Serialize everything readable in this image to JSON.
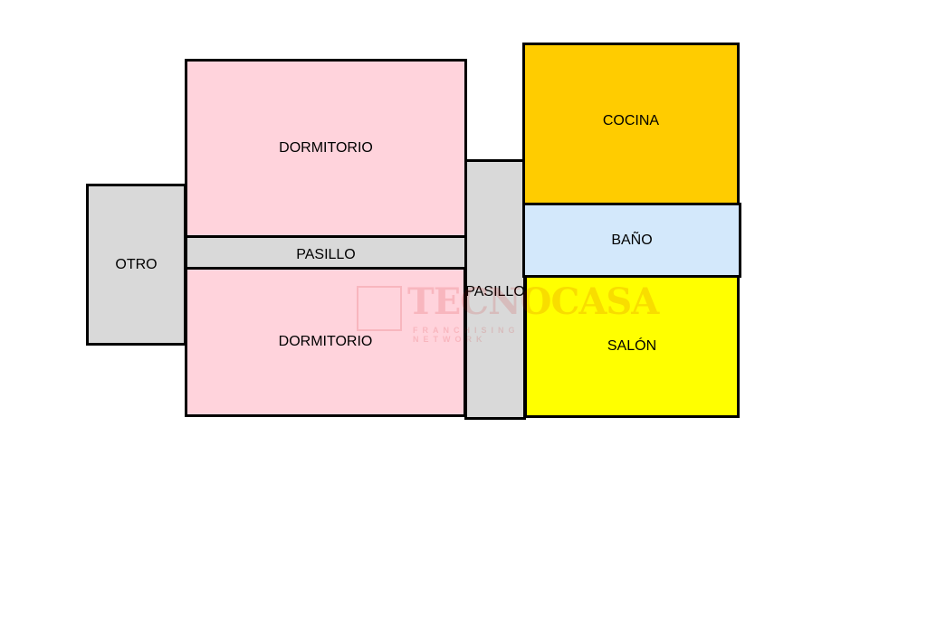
{
  "rooms": {
    "otro": "OTRO",
    "dormitorio_top": "DORMITORIO",
    "pasillo_h": "PASILLO",
    "dormitorio_bottom": "DORMITORIO",
    "pasillo_v": "PASILLO",
    "cocina": "COCINA",
    "bano": "BAÑO",
    "salon": "SALÓN"
  },
  "colors": {
    "dormitorio": "#ffd3dc",
    "pasillo": "#d9d9d9",
    "cocina": "#ffcc00",
    "bano": "#d3e8fb",
    "salon": "#ffff00"
  },
  "watermark": {
    "brand": "TECNOCASA",
    "tagline": "FRANCHISING NETWORK"
  }
}
